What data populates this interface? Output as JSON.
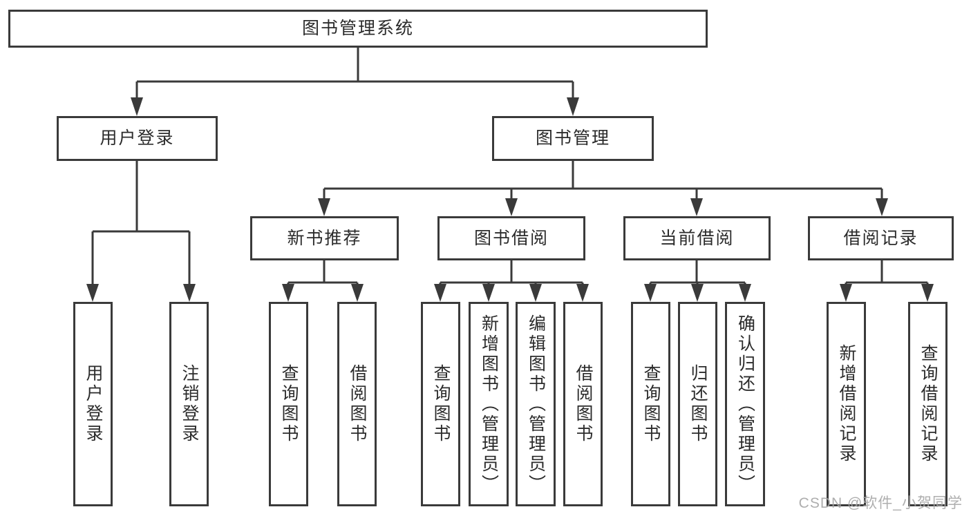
{
  "tree": {
    "root": {
      "label": "图书管理系统"
    },
    "children": [
      {
        "label": "用户登录",
        "children": [
          {
            "label": "用户登录"
          },
          {
            "label": "注销登录"
          }
        ]
      },
      {
        "label": "图书管理",
        "children": [
          {
            "label": "新书推荐",
            "children": [
              {
                "label": "查询图书"
              },
              {
                "label": "借阅图书"
              }
            ]
          },
          {
            "label": "图书借阅",
            "children": [
              {
                "label": "查询图书"
              },
              {
                "label": "新增图书（管理员）"
              },
              {
                "label": "编辑图书（管理员）"
              },
              {
                "label": "借阅图书"
              }
            ]
          },
          {
            "label": "当前借阅",
            "children": [
              {
                "label": "查询图书"
              },
              {
                "label": "归还图书"
              },
              {
                "label": "确认归还（管理员）"
              }
            ]
          },
          {
            "label": "借阅记录",
            "children": [
              {
                "label": "新增借阅记录"
              },
              {
                "label": "查询借阅记录"
              }
            ]
          }
        ]
      }
    ]
  },
  "watermark": "CSDN @软件_小贺同学",
  "colors": {
    "line": "#3a3a3a",
    "text": "#2b2b2b",
    "background": "#ffffff",
    "watermark": "#a6a6a6"
  }
}
